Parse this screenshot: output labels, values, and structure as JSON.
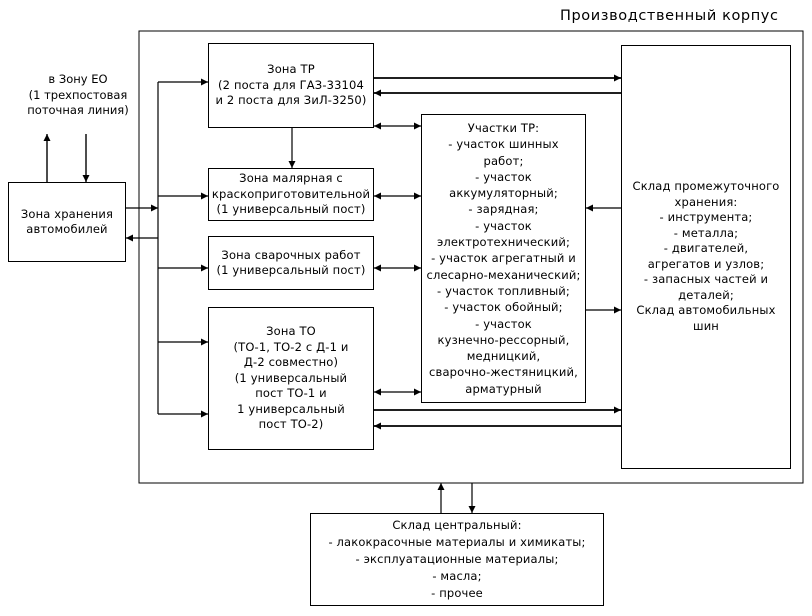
{
  "title": "Производственный корпус",
  "eo_note": [
    "в Зону ЕО",
    "(1 трехпостовая",
    "поточная линия)"
  ],
  "storage": [
    "Зона хранения",
    "автомобилей"
  ],
  "zone_tr": [
    "Зона ТР",
    "(2 поста для ГАЗ-33104",
    "и 2 поста для ЗиЛ-3250)"
  ],
  "paint_zone": [
    "Зона малярная с",
    "краскоприготовительной",
    "(1 универсальный пост)"
  ],
  "welding_zone": [
    "Зона сварочных работ",
    "(1 универсальный пост)"
  ],
  "zone_to": [
    "Зона ТО",
    "(ТО-1, ТО-2 с Д-1 и",
    "Д-2 совместно)",
    "(1 универсальный",
    "пост ТО-1 и",
    "1 универсальный",
    "пост ТО-2)"
  ],
  "tr_sections": [
    "Участки ТР:",
    "- участок шинных",
    "работ;",
    "- участок",
    "аккумуляторный;",
    "- зарядная;",
    "- участок",
    "электротехнический;",
    "- участок агрегатный и",
    "слесарно-механический;",
    "- участок топливный;",
    "- участок обойный;",
    "- участок",
    "кузнечно-рессорный,",
    "медницкий,",
    "сварочно-жестяницкий,",
    "арматурный"
  ],
  "intermediate_warehouse": [
    "Склад промежуточного",
    "хранения:",
    "- инструмента;",
    "- металла;",
    "- двигателей,",
    "агрегатов и узлов;",
    "- запасных частей и",
    "деталей;",
    "Склад автомобильных",
    "шин"
  ],
  "central_warehouse": [
    "Склад центральный:",
    "- лакокрасочные материалы и химикаты;",
    "- эксплуатационные материалы;",
    "- масла;",
    "- прочее"
  ]
}
